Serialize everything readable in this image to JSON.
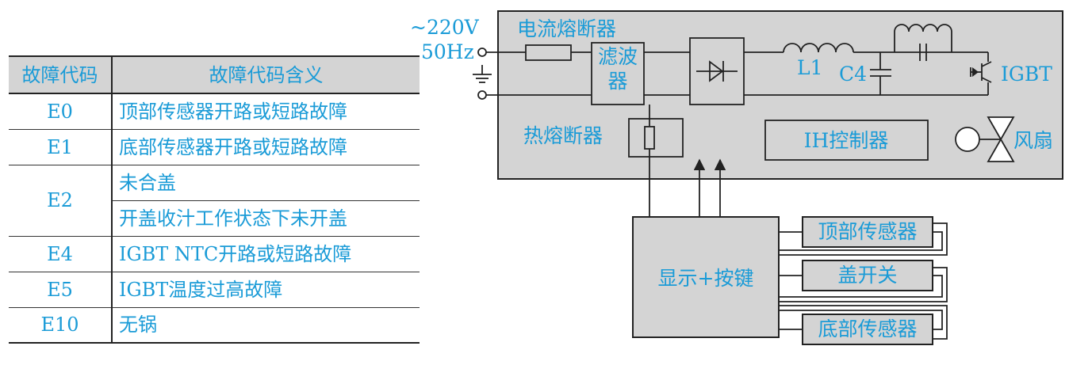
{
  "table": {
    "header": {
      "code": "故障代码",
      "meaning": "故障代码含义"
    },
    "rows": [
      {
        "code": "E0",
        "meanings": [
          "顶部传感器开路或短路故障"
        ]
      },
      {
        "code": "E1",
        "meanings": [
          "底部传感器开路或短路故障"
        ]
      },
      {
        "code": "E2",
        "meanings": [
          "未合盖",
          "开盖收汁工作状态下未开盖"
        ]
      },
      {
        "code": "E4",
        "meanings": [
          "IGBT NTC开路或短路故障"
        ]
      },
      {
        "code": "E5",
        "meanings": [
          "IGBT温度过高故障"
        ]
      },
      {
        "code": "E10",
        "meanings": [
          "无锅"
        ]
      }
    ]
  },
  "diagram": {
    "voltage": "~220V",
    "frequency": "50Hz",
    "current_fuse": "电流熔断器",
    "filter_line1": "滤波",
    "filter_line2": "器",
    "inductor": "L1",
    "capacitor": "C4",
    "igbt": "IGBT",
    "thermal_fuse": "热熔断器",
    "ih_controller": "IH控制器",
    "fan": "风扇",
    "display_keys": "显示+按键",
    "top_sensor": "顶部传感器",
    "lid_switch": "盖开关",
    "bottom_sensor": "底部传感器"
  },
  "colors": {
    "text": "#1a9bd7",
    "box_fill": "#d4d4d4",
    "line": "#222222"
  }
}
